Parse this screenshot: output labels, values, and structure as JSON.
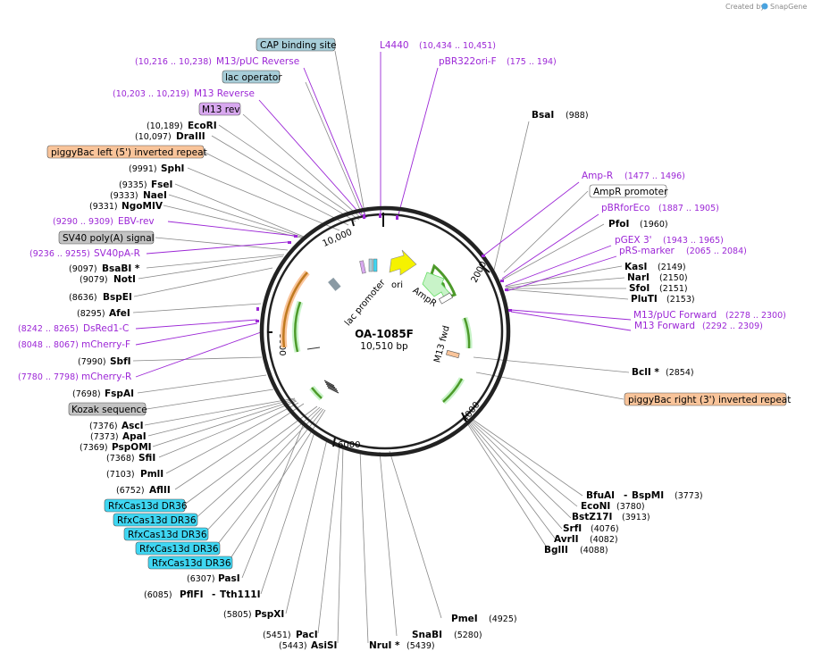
{
  "brand": {
    "created_by": "Created by",
    "app_name": "SnapGene"
  },
  "plasmid": {
    "name": "OA-1085F",
    "size_label": "10,510 bp",
    "length": 10510
  },
  "ticks": [
    "2000",
    "4000",
    "6000",
    "8000",
    "10,000"
  ],
  "enzymes": {
    "bsai": {
      "name": "BsaI",
      "pos": "(988)"
    },
    "pfoi": {
      "name": "PfoI",
      "pos": "(1960)"
    },
    "kasi": {
      "name": "KasI",
      "pos": "(2149)"
    },
    "nari": {
      "name": "NarI",
      "pos": "(2150)"
    },
    "sfoi": {
      "name": "SfoI",
      "pos": "(2151)"
    },
    "pluti": {
      "name": "PluTI",
      "pos": "(2153)"
    },
    "bcli": {
      "name": "BclI *",
      "pos": "(2854)"
    },
    "bfuai": {
      "name": "BfuAI",
      "sep": "-",
      "name2": "BspMI",
      "pos": "(3773)"
    },
    "econi": {
      "name": "EcoNI",
      "pos": "(3780)"
    },
    "bstz17i": {
      "name": "BstZ17I",
      "pos": "(3913)"
    },
    "srfi": {
      "name": "SrfI",
      "pos": "(4076)"
    },
    "avrii": {
      "name": "AvrII",
      "pos": "(4082)"
    },
    "bglii": {
      "name": "BglII",
      "pos": "(4088)"
    },
    "pmei": {
      "name": "PmeI",
      "pos": "(4925)"
    },
    "snabi": {
      "name": "SnaBI",
      "pos": "(5280)"
    },
    "nrui": {
      "name": "NruI *",
      "pos": "(5439)"
    },
    "pacl": {
      "name": "PacI",
      "pos": "(5451)"
    },
    "asisi": {
      "name": "AsiSI",
      "pos": "(5443)"
    },
    "pspxi": {
      "name": "PspXI",
      "pos": "(5805)"
    },
    "pflfi": {
      "name": "PflFI",
      "sep": "-",
      "name2": "Tth111I",
      "pos": "(6085)"
    },
    "psi": {
      "name": "PasI",
      "pos": "(6307)"
    },
    "aflii": {
      "name": "AflII",
      "pos": "(6752)"
    },
    "pmli": {
      "name": "PmlI",
      "pos": "(7103)"
    },
    "sfii": {
      "name": "SfiI",
      "pos": "(7368)"
    },
    "pspomi": {
      "name": "PspOMI",
      "pos": "(7369)"
    },
    "apai": {
      "name": "ApaI",
      "pos": "(7373)"
    },
    "asci": {
      "name": "AscI",
      "pos": "(7376)"
    },
    "fspai": {
      "name": "FspAI",
      "pos": "(7698)"
    },
    "sbfi": {
      "name": "SbfI",
      "pos": "(7990)"
    },
    "afei": {
      "name": "AfeI",
      "pos": "(8295)"
    },
    "bspei": {
      "name": "BspEI",
      "pos": "(8636)"
    },
    "noti": {
      "name": "NotI",
      "pos": "(9079)"
    },
    "bsabi": {
      "name": "BsaBI *",
      "pos": "(9097)"
    },
    "ngomiv": {
      "name": "NgoMIV",
      "pos": "(9331)"
    },
    "naei": {
      "name": "NaeI",
      "pos": "(9333)"
    },
    "fsei": {
      "name": "FseI",
      "pos": "(9335)"
    },
    "sphi": {
      "name": "SphI",
      "pos": "(9991)"
    },
    "draiii": {
      "name": "DraIII",
      "pos": "(10,097)"
    },
    "ecori": {
      "name": "EcoRI",
      "pos": "(10,189)"
    }
  },
  "primers": {
    "l4440": {
      "name": "L4440",
      "pos": "(10,434 .. 10,451)"
    },
    "pbr322": {
      "name": "pBR322ori-F",
      "pos": "(175 .. 194)"
    },
    "m13puc_rev": {
      "name": "M13/pUC Reverse",
      "pos": "(10,216 .. 10,238)"
    },
    "m13_rev": {
      "name": "M13 Reverse",
      "pos": "(10,203 .. 10,219)"
    },
    "ampr": {
      "name": "Amp-R",
      "pos": "(1477 .. 1496)"
    },
    "pbrforeco": {
      "name": "pBRforEco",
      "pos": "(1887 .. 1905)"
    },
    "pgex3": {
      "name": "pGEX 3'",
      "pos": "(1943 .. 1965)"
    },
    "prs": {
      "name": "pRS-marker",
      "pos": "(2065 .. 2084)"
    },
    "m13puc_fwd": {
      "name": "M13/pUC Forward",
      "pos": "(2278 .. 2300)"
    },
    "m13_fwd": {
      "name": "M13 Forward",
      "pos": "(2292 .. 2309)"
    },
    "ebv": {
      "name": "EBV-rev",
      "pos": "(9290 .. 9309)"
    },
    "sv40pa": {
      "name": "SV40pA-R",
      "pos": "(9236 .. 9255)"
    },
    "dsred": {
      "name": "DsRed1-C",
      "pos": "(8242 .. 8265)"
    },
    "mcherryf": {
      "name": "mCherry-F",
      "pos": "(8048 .. 8067)"
    },
    "mcherryr": {
      "name": "mCherry-R",
      "pos": "(7780 .. 7798)"
    }
  },
  "features": {
    "cap": "CAP binding site",
    "lacop": "lac operator",
    "m13rev": "M13 rev",
    "piggyleft": "piggyBac left (5') inverted repeat",
    "sv40": "SV40 poly(A) signal",
    "kozak": "Kozak sequence",
    "amprprom": "AmpR promoter",
    "piggyright": "piggyBac right (3') inverted repeat",
    "rfx": [
      "RfxCas13d DR36",
      "RfxCas13d DR36",
      "RfxCas13d DR36",
      "RfxCas13d DR36",
      "RfxCas13d DR36"
    ]
  },
  "inner_labels": {
    "lac_promoter": "lac promoter",
    "ori": "ori",
    "ampr": "AmpR",
    "m13fwd": "M13 fwd"
  },
  "colors": {
    "primer": "#9c27d6",
    "cap_fill": "#a7cdd8",
    "m13rev_fill": "#d8a8ef",
    "piggy_fill": "#f9c49a",
    "sv40_fill": "#c3c3c3",
    "rfx_fill": "#3fd6f2",
    "ori_fill": "#f5f200",
    "ampr_fill": "#c8f3c8",
    "arrow_green": "#4d9a2a"
  }
}
